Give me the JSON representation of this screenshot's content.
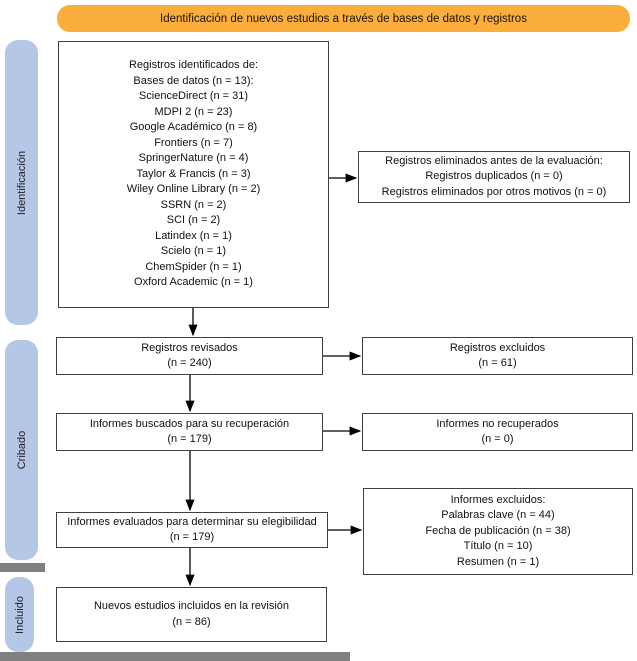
{
  "banner": {
    "label": "Identificación de nuevos estudios a través de bases de datos y registros"
  },
  "sidebar": {
    "stages": [
      "Identificación",
      "Cribado",
      "Incluido"
    ]
  },
  "flow": {
    "identified": [
      "Registros identificados de:",
      "Bases de datos (n = 13):",
      "ScienceDirect (n = 31)",
      "MDPI 2 (n = 23)",
      "Google Académico (n = 8)",
      "Frontiers (n = 7)",
      "SpringerNature (n = 4)",
      "Taylor & Francis (n = 3)",
      "Wiley Online Library (n = 2)",
      "SSRN (n = 2)",
      "SCI (n = 2)",
      "Latindex (n = 1)",
      "Scielo (n = 1)",
      "ChemSpider (n = 1)",
      "Oxford Academic (n = 1)"
    ],
    "removed_before_screening": [
      "Registros eliminados antes de la evaluación:",
      "Registros duplicados (n = 0)",
      "Registros eliminados por otros motivos (n = 0)"
    ],
    "records_screened": [
      "Registros revisados",
      "(n = 240)"
    ],
    "records_excluded": [
      "Registros excluidos",
      "(n = 61)"
    ],
    "reports_sought": [
      "Informes buscados para su recuperación",
      "(n = 179)"
    ],
    "reports_not_retrieved": [
      "Informes no recuperados",
      "(n = 0)"
    ],
    "reports_assessed": [
      "Informes evaluados para determinar su elegibilidad",
      "(n = 179)"
    ],
    "reports_excluded": [
      "Informes excluidos:",
      "Palabras clave (n = 44)",
      "Fecha de publicación (n = 38)",
      "Título (n = 10)",
      "Resumen (n = 1)"
    ],
    "studies_included": [
      "Nuevos estudios incluidos en la revisión",
      "(n = 86)"
    ]
  },
  "colors": {
    "banner_orange": "#FBAE3C",
    "stage_blue": "#B4C7E7",
    "divider_gray": "#808080",
    "box_border": "#404040"
  }
}
